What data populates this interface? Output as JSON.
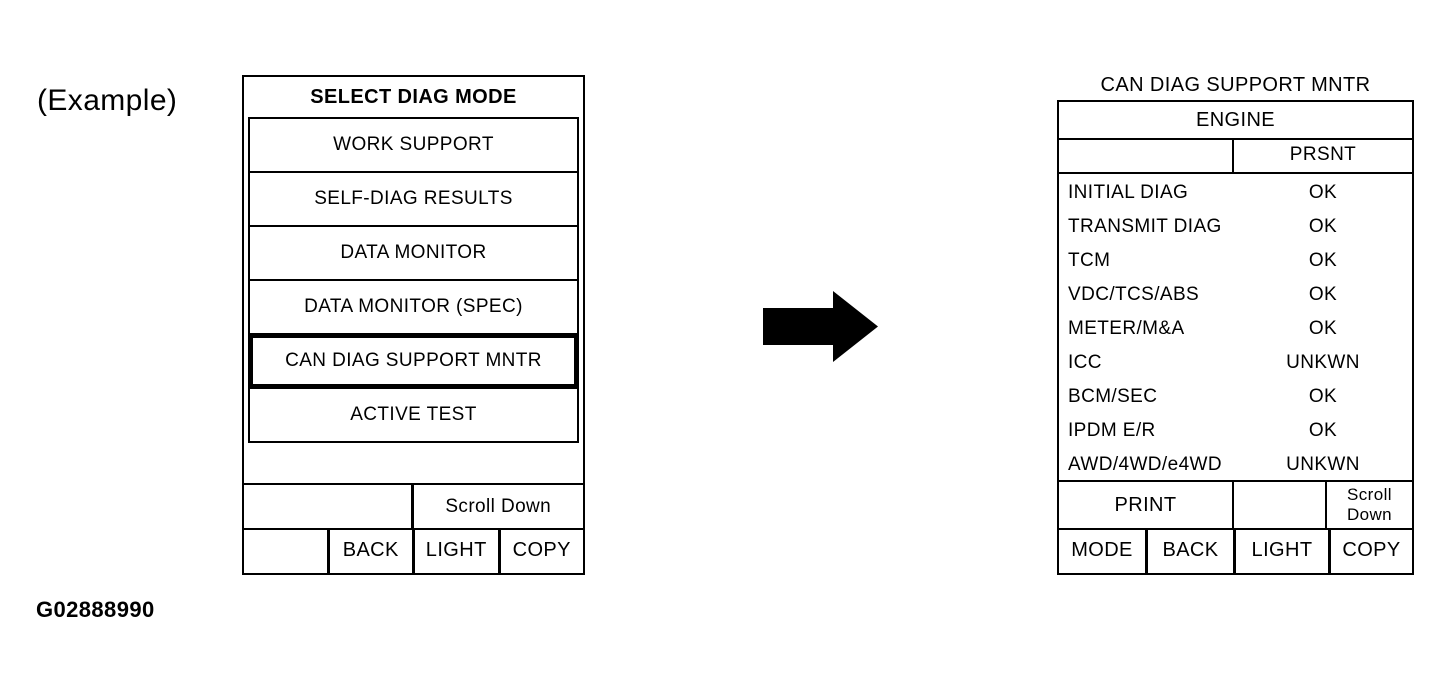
{
  "figure": {
    "example_label": "(Example)",
    "figure_id": "G02888990",
    "arrow_icon": "right-arrow"
  },
  "colors": {
    "ink": "#000000",
    "paper": "#ffffff"
  },
  "left_screen": {
    "title": "SELECT DIAG MODE",
    "menu_items": [
      {
        "label": "WORK SUPPORT",
        "selected": false
      },
      {
        "label": "SELF-DIAG RESULTS",
        "selected": false
      },
      {
        "label": "DATA MONITOR",
        "selected": false
      },
      {
        "label": "DATA MONITOR (SPEC)",
        "selected": false
      },
      {
        "label": "CAN DIAG SUPPORT MNTR",
        "selected": true
      },
      {
        "label": "ACTIVE TEST",
        "selected": false
      }
    ],
    "scroll_label": "Scroll Down",
    "softkeys": [
      "",
      "BACK",
      "LIGHT",
      "COPY"
    ]
  },
  "right_screen": {
    "title": "CAN DIAG SUPPORT MNTR",
    "system_header": "ENGINE",
    "column_header": "PRSNT",
    "rows": [
      {
        "item": "INITIAL DIAG",
        "status": "OK"
      },
      {
        "item": "TRANSMIT DIAG",
        "status": "OK"
      },
      {
        "item": "TCM",
        "status": "OK"
      },
      {
        "item": "VDC/TCS/ABS",
        "status": "OK"
      },
      {
        "item": "METER/M&A",
        "status": "OK"
      },
      {
        "item": "ICC",
        "status": "UNKWN"
      },
      {
        "item": "BCM/SEC",
        "status": "OK"
      },
      {
        "item": "IPDM E/R",
        "status": "OK"
      },
      {
        "item": "AWD/4WD/e4WD",
        "status": "UNKWN"
      }
    ],
    "print_label": "PRINT",
    "scroll_label": "Scroll Down",
    "softkeys": [
      "MODE",
      "BACK",
      "LIGHT",
      "COPY"
    ]
  }
}
